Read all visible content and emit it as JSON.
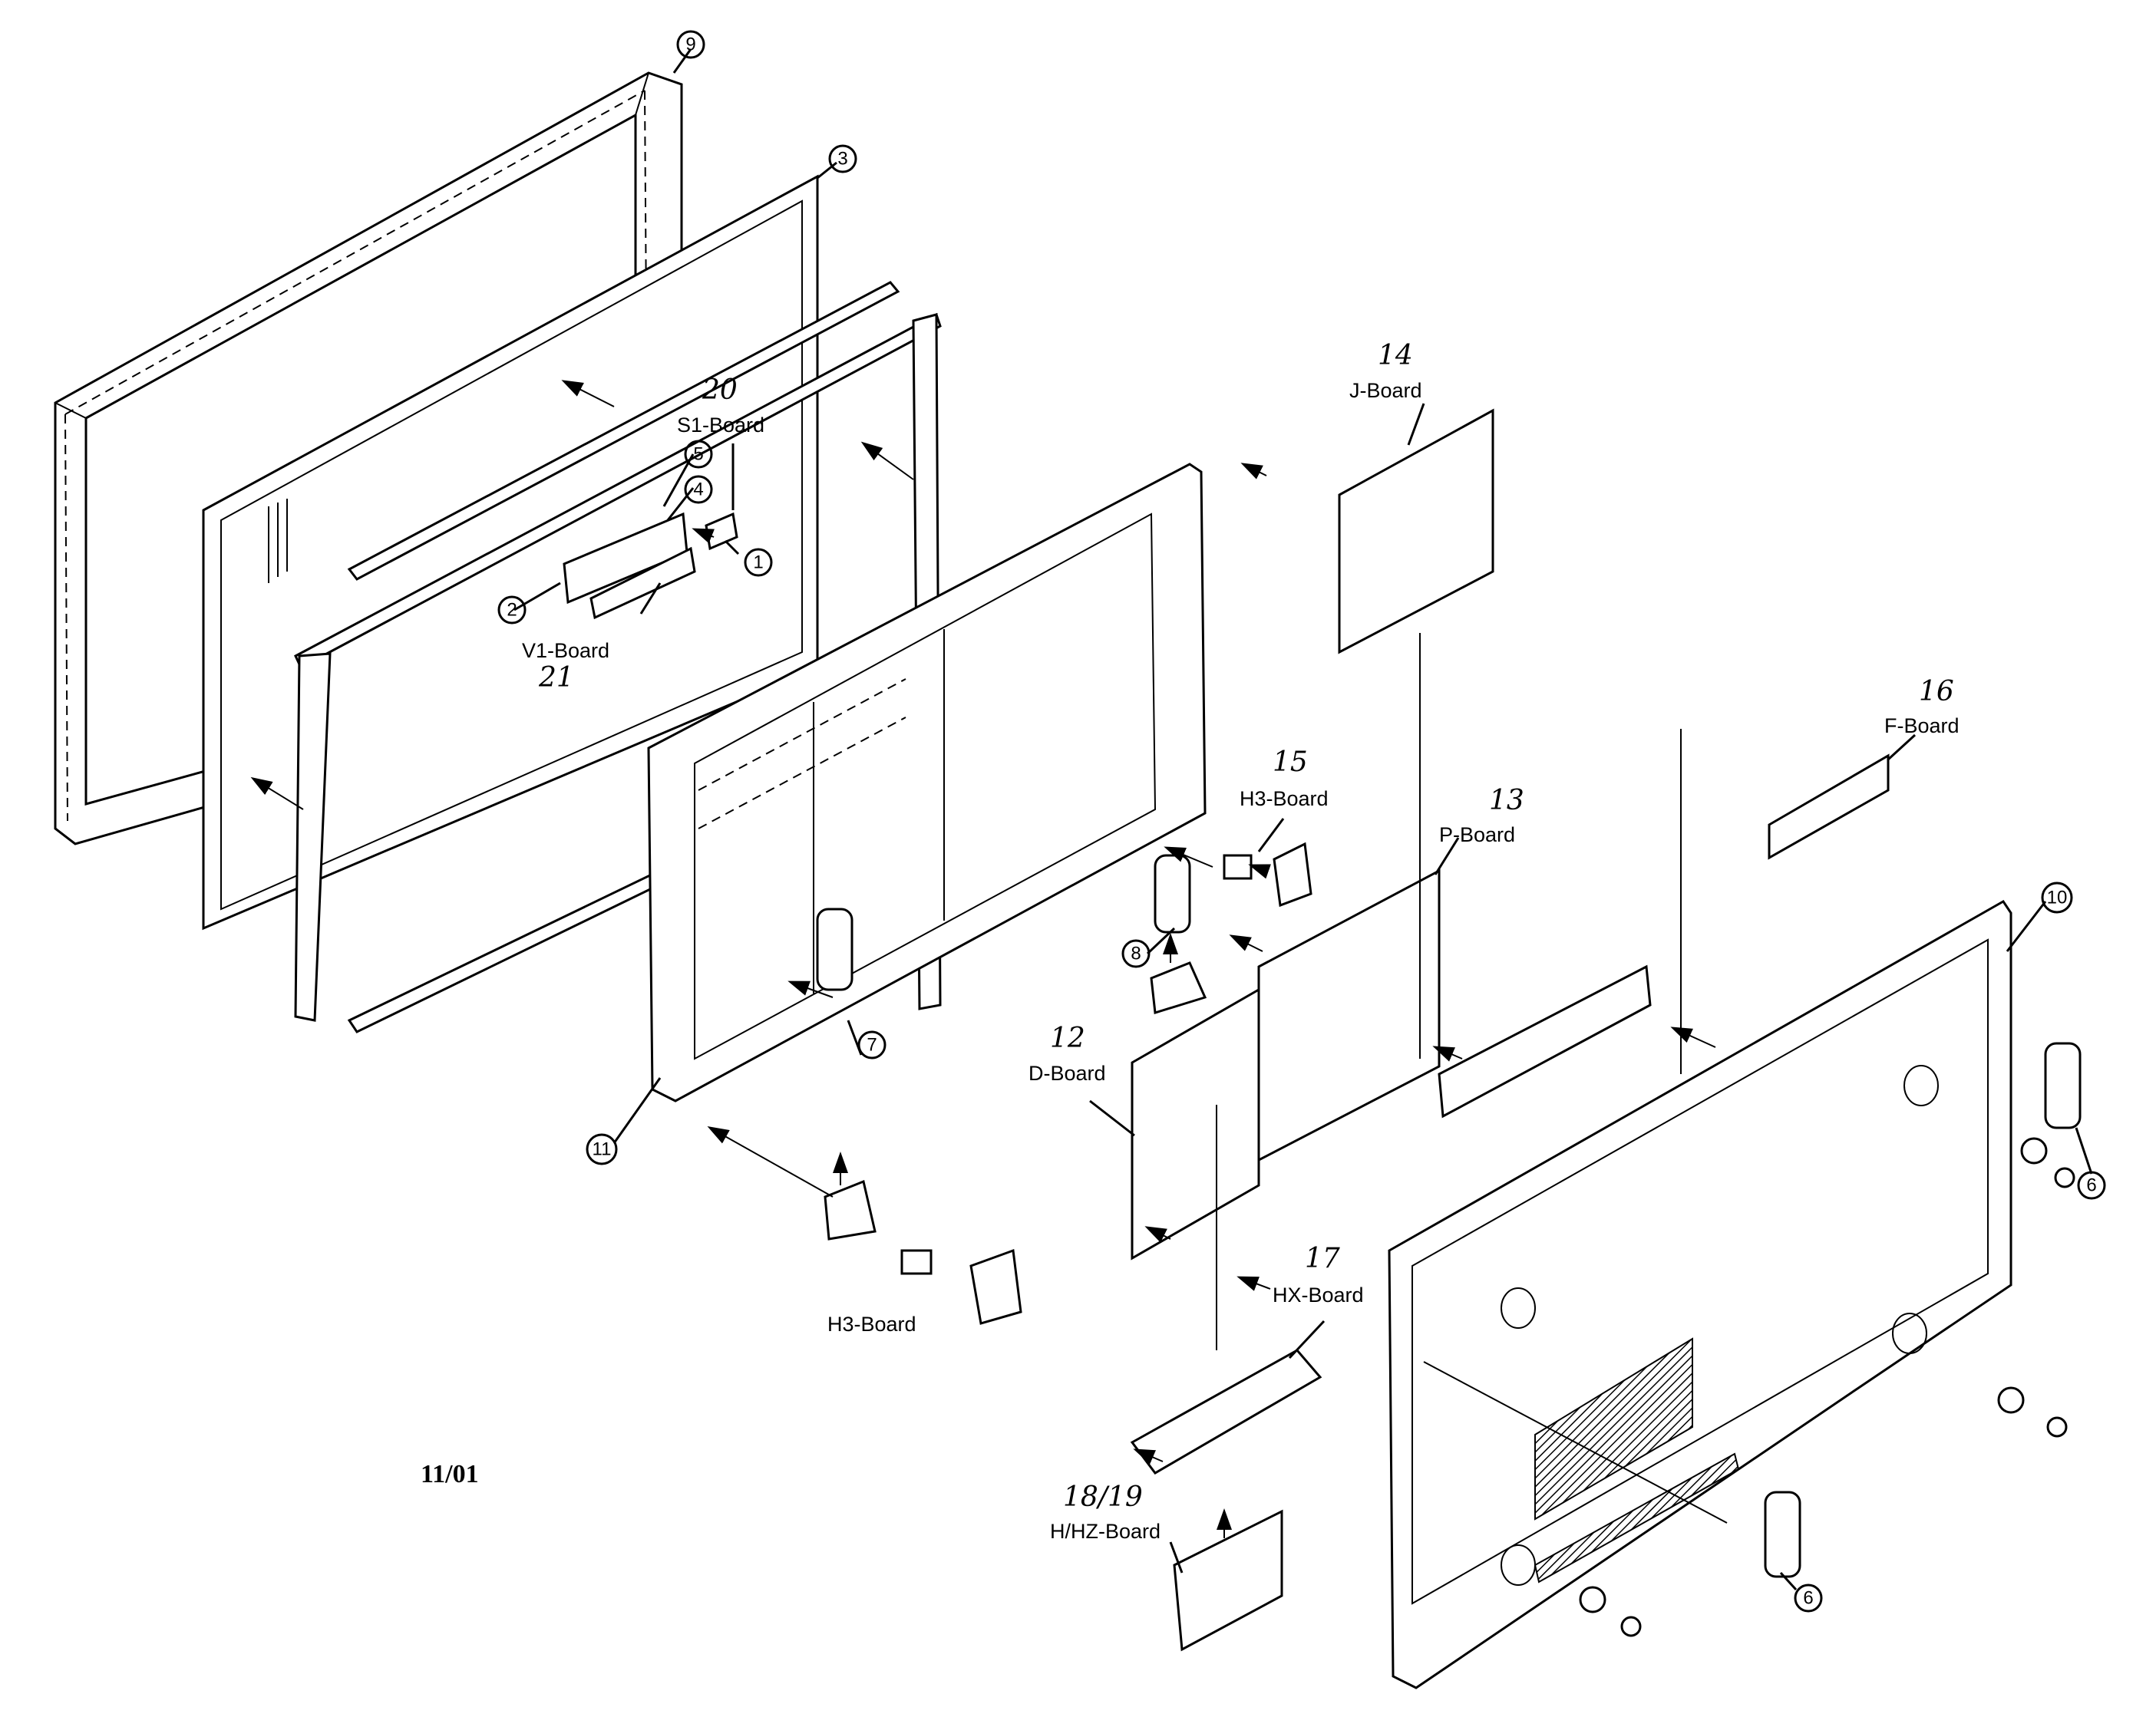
{
  "callouts": {
    "c1": "1",
    "c2": "2",
    "c3": "3",
    "c4": "4",
    "c5": "5",
    "c6a": "6",
    "c6b": "6",
    "c7": "7",
    "c8": "8",
    "c9": "9",
    "c10": "10",
    "c11": "11"
  },
  "labels": {
    "s1_num": "20",
    "s1": "S1-Board",
    "v1": "V1-Board",
    "v1_num": "21",
    "j_num": "14",
    "j": "J-Board",
    "f_num": "16",
    "f": "F-Board",
    "h3_top_num": "15",
    "h3_top": "H3-Board",
    "p_num": "13",
    "p": "P-Board",
    "d_num": "12",
    "d": "D-Board",
    "hx_num": "17",
    "hx": "HX-Board",
    "h3_bottom": "H3-Board",
    "hhz_num": "18/19",
    "hhz": "H/HZ-Board"
  },
  "date_code": "11/01"
}
